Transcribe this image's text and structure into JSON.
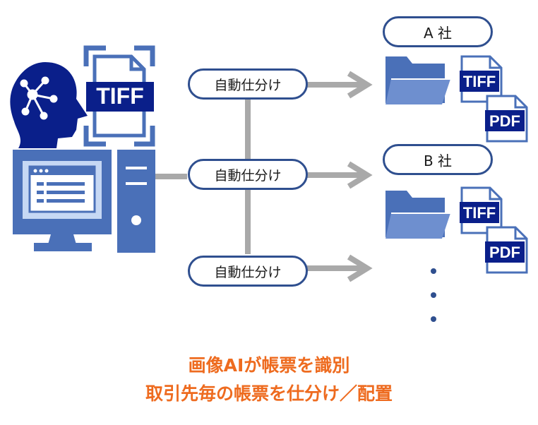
{
  "sort_labels": [
    "自動仕分け",
    "自動仕分け",
    "自動仕分け"
  ],
  "companies": [
    "A 社",
    "B 社"
  ],
  "file_formats": {
    "tiff": "TIFF",
    "pdf": "PDF"
  },
  "caption": {
    "line1": "画像AIが帳票を識別",
    "line2": "取引先毎の帳票を仕分け／配置"
  },
  "colors": {
    "primary_blue": "#4a70b8",
    "navy": "#0a1f8a",
    "connector_gray": "#a9a9a9",
    "pill_border": "#2f4f8f",
    "caption_orange": "#ee6b1f"
  }
}
